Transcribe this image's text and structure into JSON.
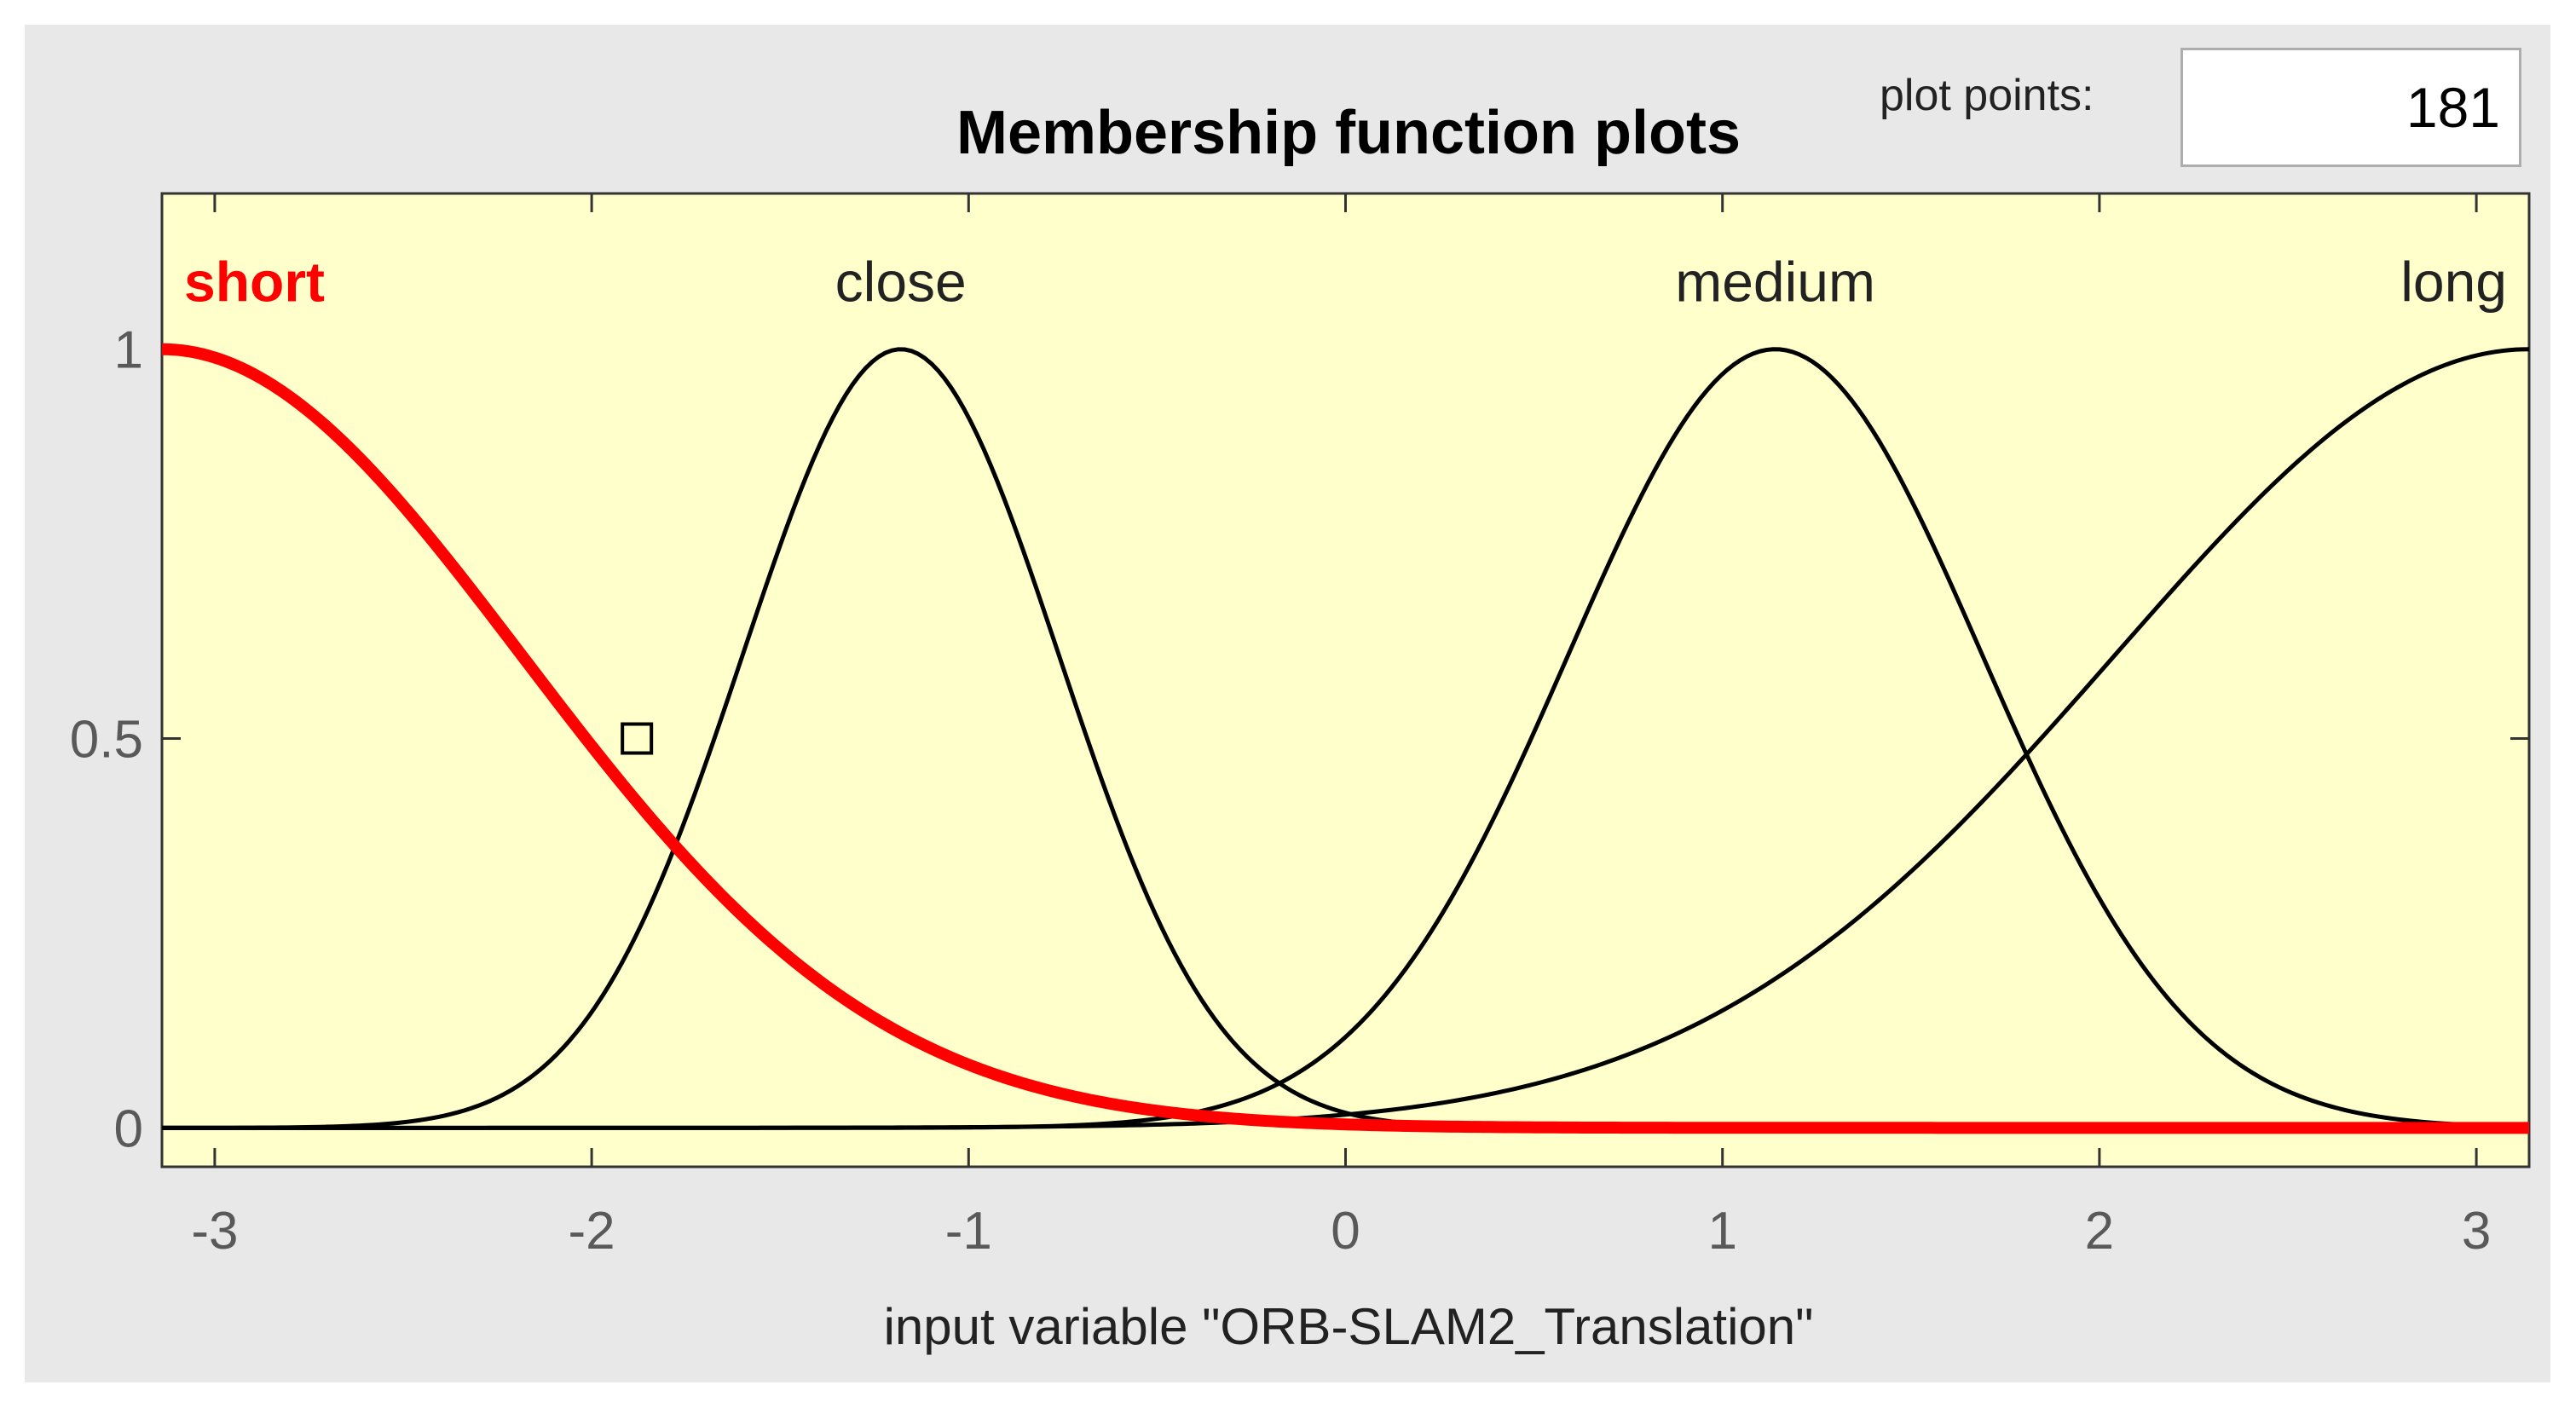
{
  "controls": {
    "plot_points_label": "plot points:",
    "plot_points_value": "181"
  },
  "colors": {
    "plot_background": "#ffffcc",
    "panel_background": "#e8e8e8",
    "selected_curve": "#ff0000",
    "curve": "#000000",
    "axis_tick_label": "#595959"
  },
  "chart_data": {
    "type": "line",
    "title": "Membership function plots",
    "xlabel": "input variable \"ORB-SLAM2_Translation\"",
    "ylabel": "",
    "xlim": [
      -3.14,
      3.14
    ],
    "ylim": [
      -0.05,
      1.2
    ],
    "x_ticks": [
      -3,
      -2,
      -1,
      0,
      1,
      2,
      3
    ],
    "x_tick_labels": [
      "-3",
      "-2",
      "-1",
      "0",
      "1",
      "2",
      "3"
    ],
    "y_ticks": [
      0,
      0.5,
      1
    ],
    "y_tick_labels": [
      "0",
      "0.5",
      "1"
    ],
    "grid": false,
    "selected_series": "short",
    "marker": {
      "x": -1.88,
      "y": 0.5,
      "shape": "square"
    },
    "series": [
      {
        "name": "short",
        "function": "gaussian",
        "center": -3.14,
        "sigma": 0.955,
        "color": "#ff0000"
      },
      {
        "name": "close",
        "function": "gaussian",
        "center": -1.18,
        "sigma": 0.42,
        "color": "#000000"
      },
      {
        "name": "medium",
        "function": "gaussian",
        "center": 1.14,
        "sigma": 0.55,
        "color": "#000000"
      },
      {
        "name": "long",
        "function": "gaussian",
        "center": 3.14,
        "sigma": 1.1,
        "color": "#000000"
      }
    ]
  }
}
